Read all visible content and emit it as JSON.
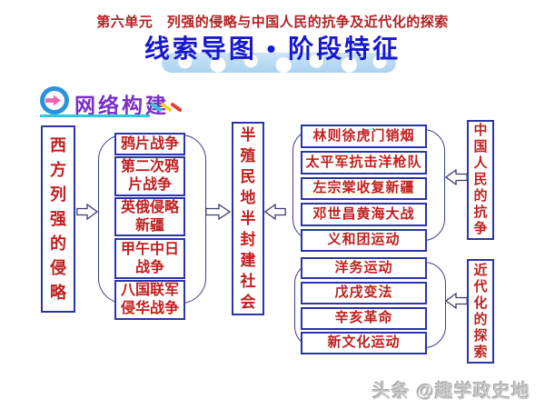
{
  "header": {
    "unit_title": "第六单元　列强的侵略与中国人民的抗争及近代化的探索",
    "main_title": "线索导图 • 阶段特征",
    "section_badge": "网络构建"
  },
  "icons": {
    "badge": "arrow-circle-icon",
    "connectors": [
      "right-arrow-icon",
      "left-arrow-icon"
    ]
  },
  "colors": {
    "title_red": "#b52022",
    "main_title_blue": "#1718d0",
    "badge_purple": "#7a2ec6",
    "underline_cyan": "#2cc8dc",
    "stripe_yellow": "#f5d327",
    "stripe_red": "#e33b30",
    "box_border_blue": "#2a35a8",
    "box_text_red": "#c01f1f",
    "dove_band_blue": "#a9d2f0"
  },
  "diagram": {
    "left_box": "西方列强的侵略",
    "invasion_events": [
      "鸦片战争",
      "第二次鸦片战争",
      "英俄侵略新疆",
      "甲午中日战争",
      "八国联军侵华战争"
    ],
    "center_box": "半殖民地半封建社会",
    "resistance_events": [
      "林则徐虎门销烟",
      "太平军抗击洋枪队",
      "左宗棠收复新疆",
      "邓世昌黄海大战",
      "义和团运动"
    ],
    "resistance_box": "中国人民的抗争",
    "modernization_events": [
      "洋务运动",
      "戊戌变法",
      "辛亥革命",
      "新文化运动"
    ],
    "modernization_box": "近代化的探索"
  },
  "watermark": "头条 @趣学政史地"
}
